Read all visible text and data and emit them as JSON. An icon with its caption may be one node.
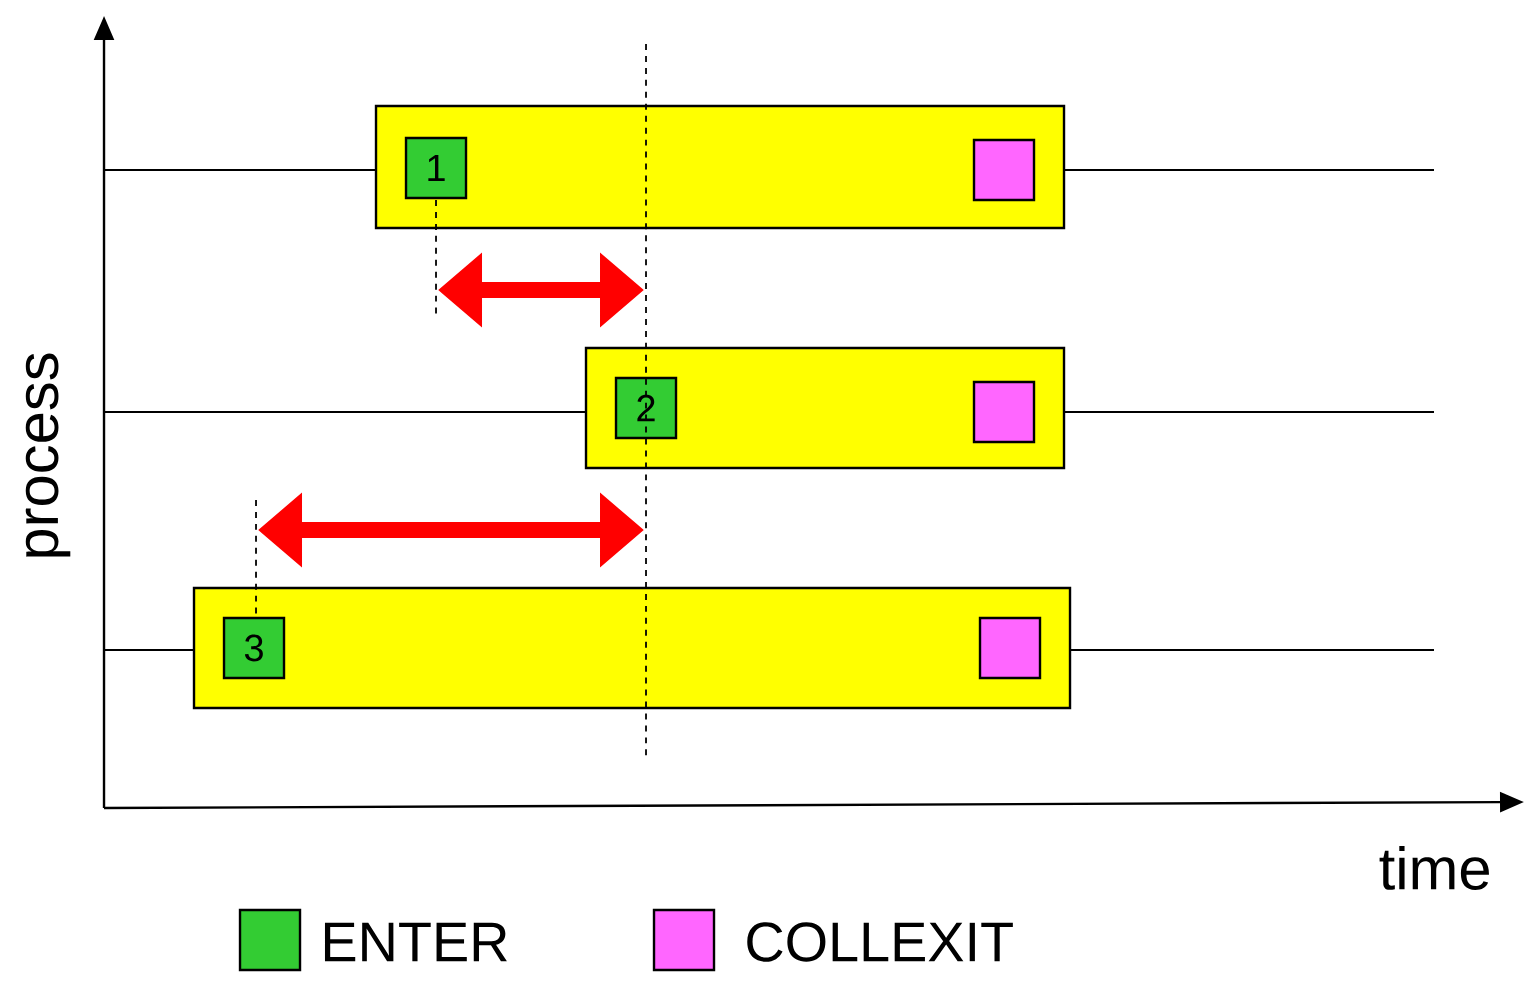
{
  "diagram": {
    "nodes": [
      {
        "text": [],
        "shape": "bar"
      },
      {
        "text": [
          "1"
        ],
        "in": 0
      },
      {
        "text": [],
        "shape": "box",
        "in": 0
      },
      {
        "text": [],
        "shape": "bar"
      },
      {
        "text": [
          "2"
        ],
        "in": 3
      },
      {
        "text": [],
        "shape": "box",
        "in": 3
      },
      {
        "text": [],
        "shape": "bar"
      },
      {
        "text": [
          "3"
        ],
        "in": 6
      },
      {
        "text": [],
        "shape": "box",
        "in": 6
      }
    ],
    "edges": [],
    "labels": [
      "process",
      "time"
    ],
    "legend": [
      {
        "text": "ENTER",
        "color": "#33cc33"
      },
      {
        "text": "COLLEXIT",
        "color": "#ff66ff"
      }
    ]
  }
}
